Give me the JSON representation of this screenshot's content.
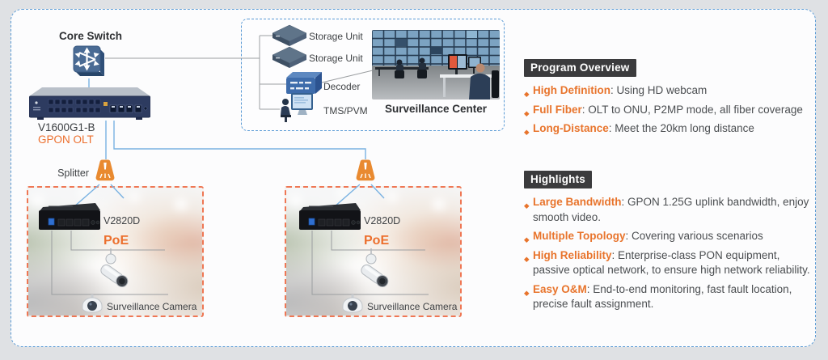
{
  "icons": {
    "diamond": "◆"
  },
  "colors": {
    "accent_orange": "#e8742c",
    "poe_orange": "#ec6f2d",
    "line_blue": "#79b2e2",
    "line_gray": "#9b9ea1",
    "dashed_blue": "#5b9bd5",
    "dashed_orange": "#ef7754",
    "badge_bg": "#3b3b3d",
    "device_navy": "#2d3b60",
    "splitter_orange": "#e98a30",
    "text_dark": "#3f4245"
  },
  "diagram": {
    "core_switch_label": "Core Switch",
    "olt_model": "V1600G1-B",
    "olt_type": "GPON OLT",
    "splitter_label": "Splitter",
    "center_box": {
      "items": [
        {
          "label": "Storage Unit"
        },
        {
          "label": "Storage Unit"
        },
        {
          "label": "Decoder"
        },
        {
          "label": "TMS/PVM"
        }
      ],
      "photo_caption": "Surveillance Center"
    },
    "onu_boxes": [
      {
        "model": "V2820D",
        "poe": "PoE",
        "camera_label": "Surveillance Camera"
      },
      {
        "model": "V2820D",
        "poe": "PoE",
        "camera_label": "Surveillance Camera"
      }
    ]
  },
  "panel": {
    "sections": [
      {
        "title": "Program Overview",
        "bullets": [
          {
            "term": "High Definition",
            "text": ": Using HD webcam"
          },
          {
            "term": "Full Fiber",
            "text": ": OLT to ONU, P2MP mode, all fiber coverage"
          },
          {
            "term": "Long-Distance",
            "text": ": Meet the 20km long distance"
          }
        ]
      },
      {
        "title": "Highlights",
        "bullets": [
          {
            "term": "Large Bandwidth",
            "text": ": GPON 1.25G uplink bandwidth, enjoy smooth video."
          },
          {
            "term": "Multiple Topology",
            "text": ": Covering various scenarios"
          },
          {
            "term": "High Reliability",
            "text": ": Enterprise-class PON equipment, passive optical network, to ensure high network reliability."
          },
          {
            "term": "Easy O&M",
            "text": ": End-to-end monitoring, fast fault location, precise fault assignment."
          }
        ]
      }
    ]
  }
}
